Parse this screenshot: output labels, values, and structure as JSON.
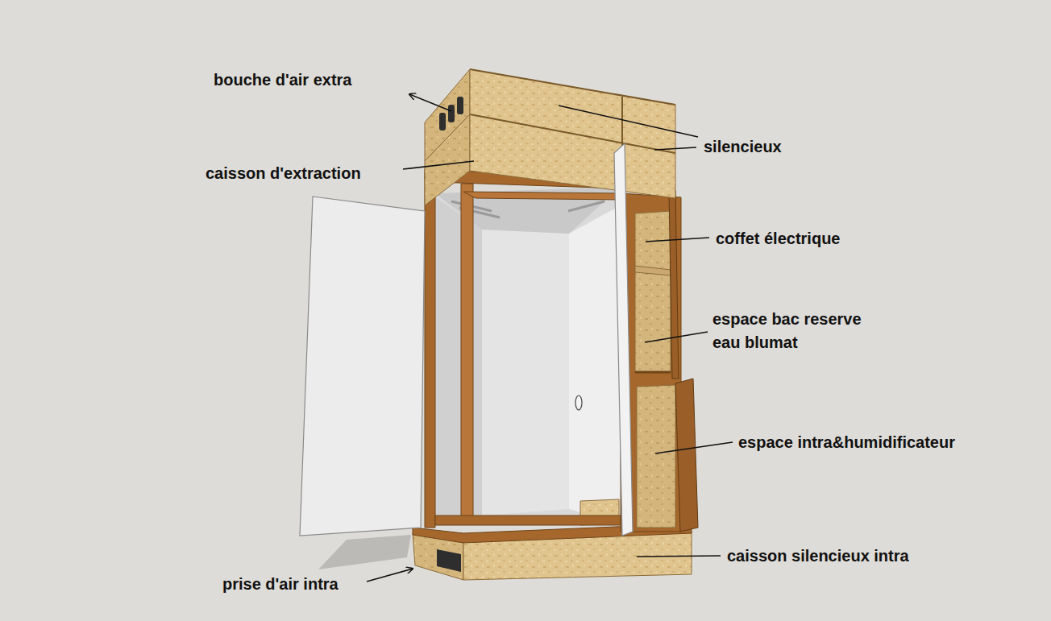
{
  "diagram": {
    "labels": [
      "bouche d'air extra",
      "caisson d'extraction",
      "silencieux",
      "coffet électrique",
      "espace bac reserve eau blumat",
      "espace intra&humidificateur",
      "caisson silencieux intra",
      "prise d'air intra"
    ]
  }
}
